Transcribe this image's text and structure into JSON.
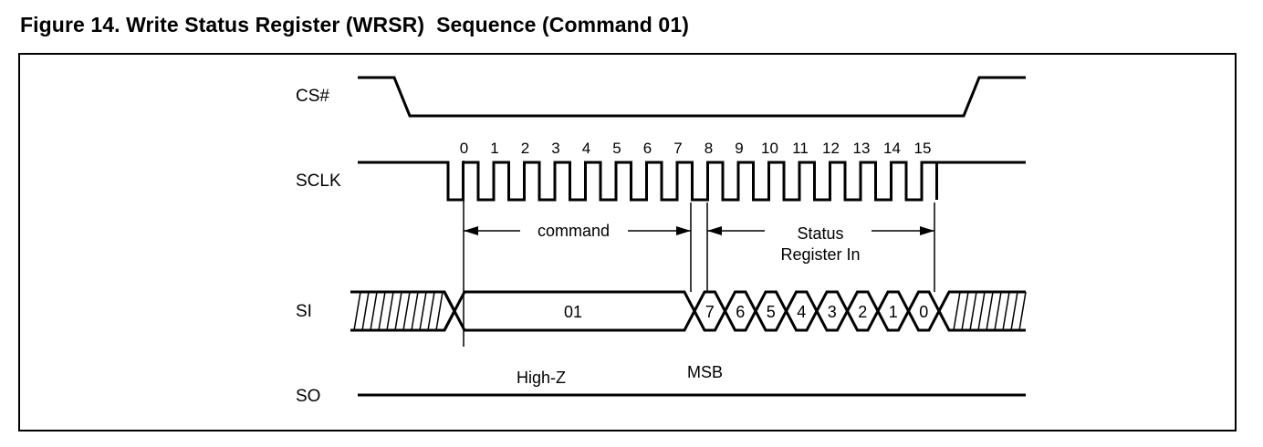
{
  "figure": {
    "title": "Figure 14. Write Status Register (WRSR)  Sequence (Command 01)"
  },
  "signals": {
    "cs": "CS#",
    "sclk": "SCLK",
    "si": "SI",
    "so": "SO"
  },
  "clock_ticks": [
    "0",
    "1",
    "2",
    "3",
    "4",
    "5",
    "6",
    "7",
    "8",
    "9",
    "10",
    "11",
    "12",
    "13",
    "14",
    "15"
  ],
  "annotations": {
    "command": "command",
    "status_line1": "Status",
    "status_line2": "Register In",
    "high_z": "High-Z",
    "msb": "MSB"
  },
  "si_data": {
    "command_value": "01",
    "bits": [
      "7",
      "6",
      "5",
      "4",
      "3",
      "2",
      "1",
      "0"
    ]
  }
}
